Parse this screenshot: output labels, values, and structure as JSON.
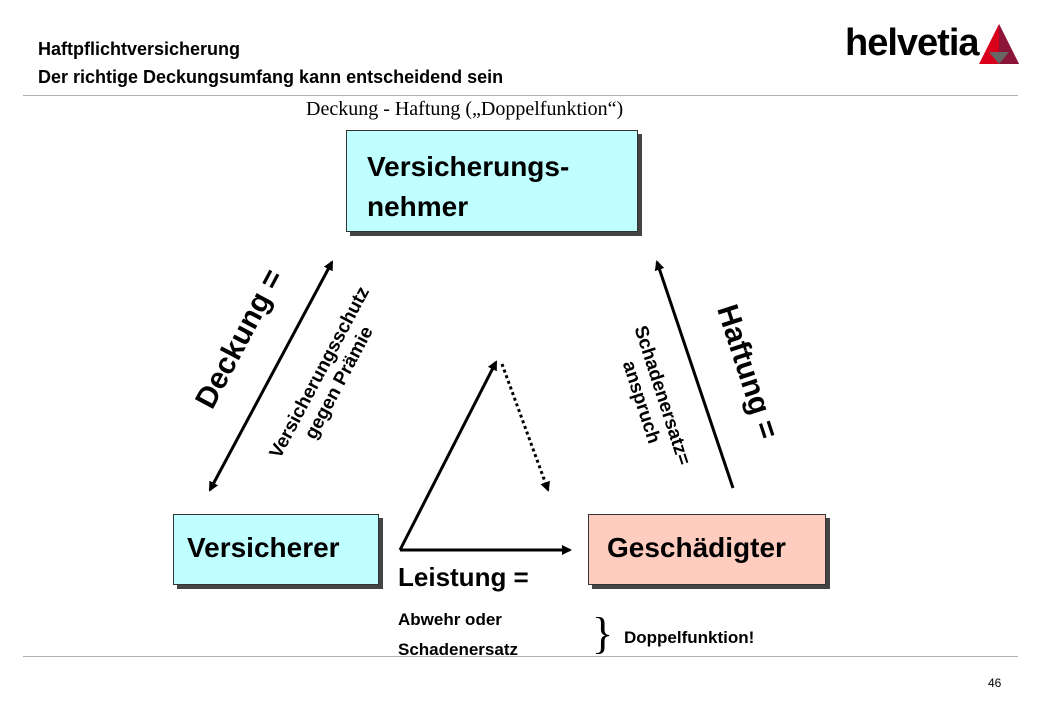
{
  "header": {
    "line1": "Haftpflichtversicherung",
    "line2": "Der richtige Deckungsumfang kann entscheidend sein"
  },
  "logo": {
    "text": "helvetia",
    "colors": [
      "#d9001b",
      "#8a1538",
      "#555555"
    ]
  },
  "subtitle": "Deckung - Haftung („Doppelfunktion“)",
  "boxes": {
    "versicherungsnehmer": {
      "line1": "Versicherungs-",
      "line2": "nehmer",
      "color": "#bfffff"
    },
    "versicherer": {
      "label": "Versicherer",
      "color": "#bfffff"
    },
    "geschaedigter": {
      "label": "Geschädigter",
      "color": "#ffccc0"
    }
  },
  "labels": {
    "deckung": "Deckung =",
    "versicherungsschutz_line1": "Versicherungsschutz",
    "versicherungsschutz_line2": "gegen Prämie",
    "haftung": "Haftung =",
    "schadenersatz_line1": "Schadenersatz=",
    "schadenersatz_line2": "anspruch",
    "leistung": "Leistung =",
    "abwehr_line1": "Abwehr oder",
    "abwehr_line2": "Schadenersatz",
    "brace": "}",
    "doppelfunktion": "Doppelfunktion!"
  },
  "page_number": "46"
}
